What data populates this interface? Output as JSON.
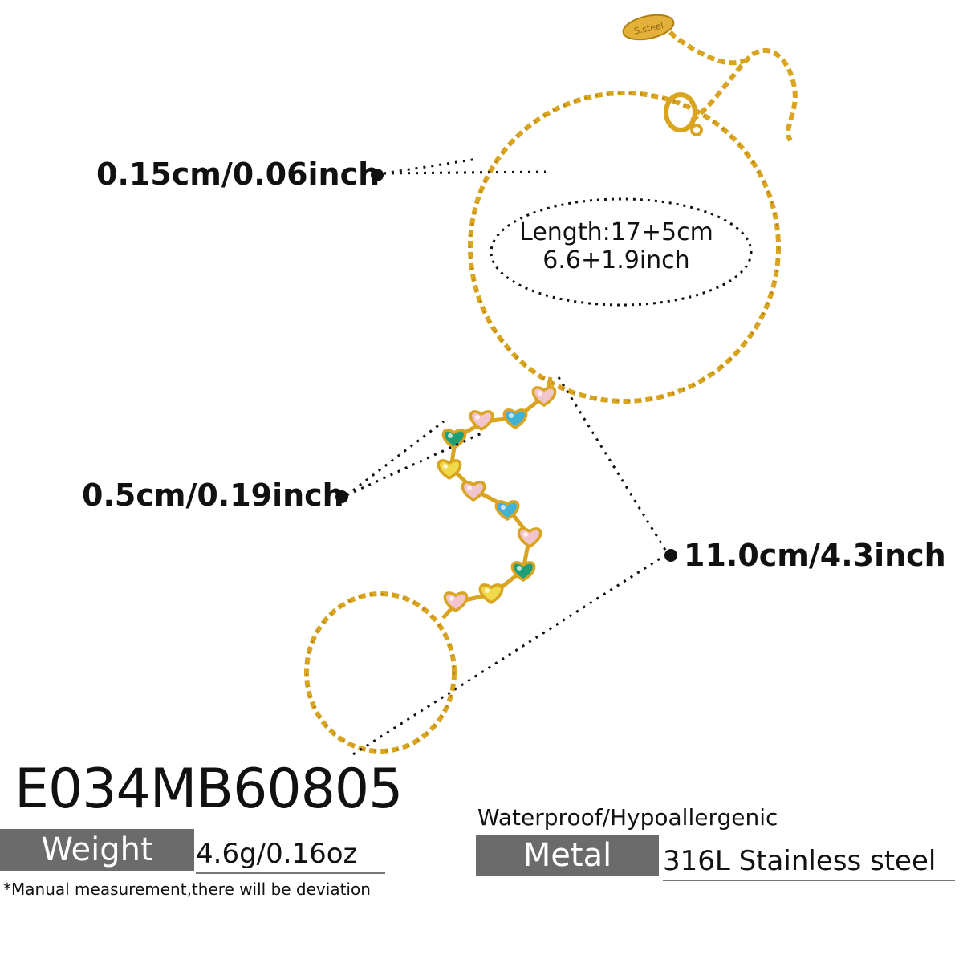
{
  "product": {
    "sku": "E034MB60805",
    "clasp_tag_text": "S.steel"
  },
  "dimensions": {
    "chain_width": "0.15cm/0.06inch",
    "stone_width": "0.5cm/0.19inch",
    "drop_length": "11.0cm/4.3inch",
    "length_line1": "Length:17+5cm",
    "length_line2": "6.6+1.9inch"
  },
  "specs": {
    "weight_label": "Weight",
    "weight_value": "4.6g/0.16oz",
    "note": "*Manual measurement,there will be deviation",
    "features": "Waterproof/Hypoallergenic",
    "metal_label": "Metal",
    "metal_value": "316L Stainless steel"
  },
  "colors": {
    "gold": "#d9a521",
    "gold_dark": "#b07d10",
    "label_box": "#6b6b6b",
    "stone_pink": "#f2c4cc",
    "stone_blue": "#3fb2d6",
    "stone_green": "#1f9e77",
    "stone_yellow": "#f0d94a"
  },
  "stones": [
    "pink",
    "pink",
    "blue",
    "green",
    "yellow",
    "pink",
    "blue",
    "pink",
    "green",
    "yellow",
    "pink"
  ]
}
